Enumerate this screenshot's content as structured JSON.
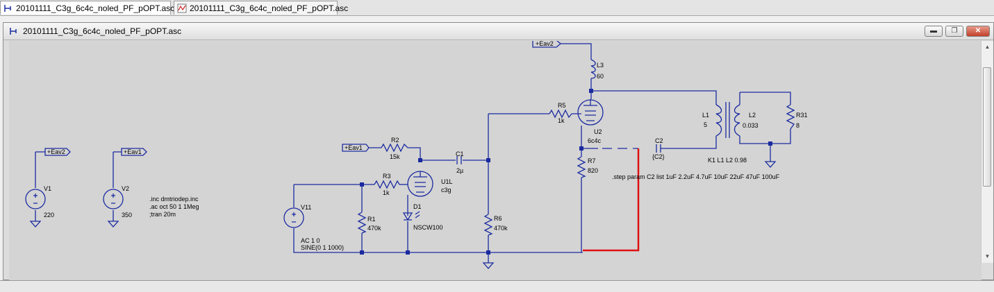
{
  "tabs": [
    {
      "label": "20101111_C3g_6c4c_noled_PF_pOPT.asc",
      "icon": "schematic-icon"
    },
    {
      "label": "20101111_C3g_6c4c_noled_PF_pOPT.asc",
      "icon": "waveform-icon"
    }
  ],
  "window": {
    "title": "20101111_C3g_6c4c_noled_PF_pOPT.asc",
    "buttons": {
      "minimize": "▬",
      "restore": "❐",
      "close": "✕"
    }
  },
  "schematic": {
    "net_labels": {
      "eav2_top": "+Eav2",
      "eav1_mid": "+Eav1",
      "eav2_left": "+Eav2",
      "eav1_left": "+Eav1"
    },
    "components": {
      "v1": {
        "name": "V1",
        "value": "220"
      },
      "v2": {
        "name": "V2",
        "value": "350"
      },
      "v11": {
        "name": "V11",
        "ac": "AC 1 0",
        "sine": "SINE(0 1 1000)"
      },
      "r1": {
        "name": "R1",
        "value": "470k"
      },
      "r2": {
        "name": "R2",
        "value": "15k"
      },
      "r3": {
        "name": "R3",
        "value": "1k"
      },
      "r5": {
        "name": "R5",
        "value": "1k"
      },
      "r6": {
        "name": "R6",
        "value": "470k"
      },
      "r7": {
        "name": "R7",
        "value": "820"
      },
      "r31": {
        "name": "R31",
        "value": "8"
      },
      "c1": {
        "name": "C1",
        "value": "2µ"
      },
      "c2": {
        "name": "C2",
        "value": "{C2}"
      },
      "l1": {
        "name": "L1",
        "value": "5"
      },
      "l2": {
        "name": "L2",
        "value": "0.033"
      },
      "l3": {
        "name": "L3",
        "value": "60"
      },
      "u1": {
        "name": "U1L",
        "model": "c3g"
      },
      "u2": {
        "name": "U2",
        "model": "6c4c"
      },
      "d1": {
        "name": "D1",
        "model": "NSCW100"
      }
    },
    "directives": {
      "line1": ".inc dmtriodep.inc",
      "line2": ".ac oct 50 1 1Meg",
      "line3": ";tran 20m",
      "step": ".step param C2 list 1uF 2.2uF 4.7uF 10uF 22uF 47uF 100uF",
      "coupling": "K1 L1 L2 0.98"
    }
  },
  "colors": {
    "wire": "#1a2aa0",
    "highlight": "#e01010",
    "canvas": "#d4d4d4"
  }
}
